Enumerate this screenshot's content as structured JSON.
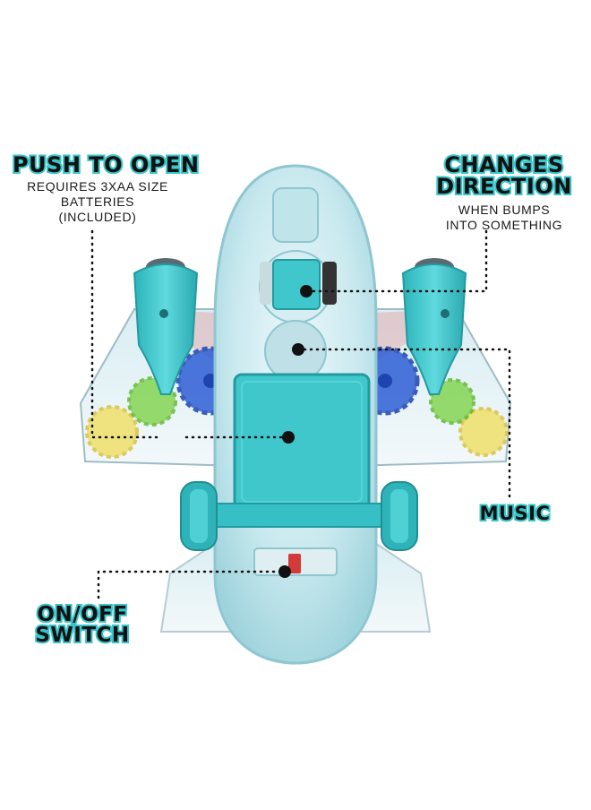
{
  "callouts": {
    "push_to_open": {
      "title": "PUSH TO OPEN",
      "subtitle_lines": [
        "REQUIRES 3XAA SIZE",
        "BATTERIES",
        "(INCLUDED)"
      ]
    },
    "changes_direction": {
      "title_lines": [
        "CHANGES",
        "DIRECTION"
      ],
      "subtitle_lines": [
        "WHEN BUMPS",
        "INTO SOMETHING"
      ]
    },
    "music": {
      "title": "MUSIC"
    },
    "on_off_switch": {
      "title_lines": [
        "ON/OFF",
        "SWITCH"
      ]
    }
  },
  "colors": {
    "accent_teal": "#38c4c9",
    "toy_body": "#3fc7cc",
    "gear_blue": "#2f5fd6",
    "gear_green": "#7ed34a",
    "gear_yellow": "#f0e06a",
    "text_dark": "#111111"
  }
}
